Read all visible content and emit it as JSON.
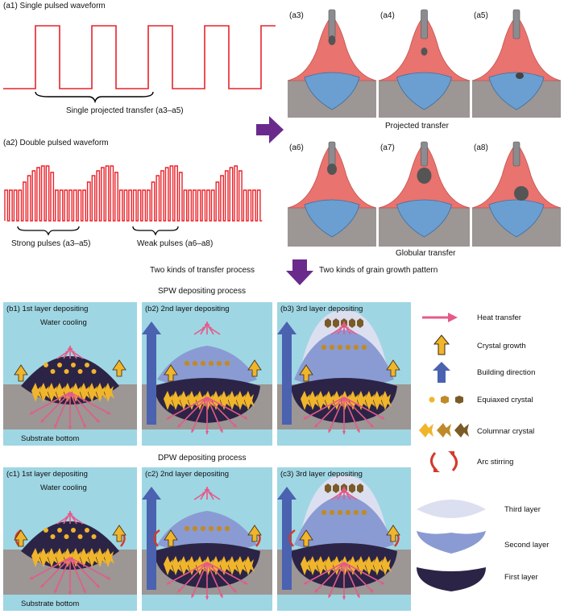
{
  "waveforms": {
    "a1_title": "(a1) Single pulsed waveform",
    "a1_brace": "Single projected transfer (a3–a5)",
    "a2_title": "(a2) Double pulsed waveform",
    "a2_strong": "Strong pulses (a3–a5)",
    "a2_weak": "Weak pulses (a6–a8)",
    "wave_color": "#e8232a"
  },
  "transfer": {
    "projected_panels": [
      "(a3)",
      "(a4)",
      "(a5)"
    ],
    "projected_label": "Projected transfer",
    "globular_panels": [
      "(a6)",
      "(a7)",
      "(a8)"
    ],
    "globular_label": "Globular transfer"
  },
  "middle": {
    "left_text": "Two kinds of transfer process",
    "right_text": "Two kinds of grain growth pattern",
    "arrow_color": "#6a2a8c"
  },
  "spw": {
    "title": "SPW depositing process",
    "b1": "(b1) 1st layer depositing",
    "b2": "(b2) 2nd layer depositing",
    "b3": "(b3) 3rd layer depositing",
    "water": "Water cooling",
    "substrate": "Substrate bottom"
  },
  "dpw": {
    "title": "DPW depositing process",
    "c1": "(c1) 1st layer depositing",
    "c2": "(c2) 2nd layer depositing",
    "c3": "(c3) 3rd layer depositing",
    "water": "Water cooling",
    "substrate": "Substrate bottom"
  },
  "legend": {
    "heat": "Heat transfer",
    "crystal_growth": "Crystal growth",
    "building": "Building direction",
    "equiaxed": "Equiaxed crystal",
    "columnar": "Columnar crystal",
    "arc": "Arc stirring",
    "third": "Third layer",
    "second": "Second layer",
    "first": "First layer"
  },
  "colors": {
    "water": "#9fd6e3",
    "substrate": "#9c9695",
    "pool": "#e8736f",
    "weld": "#6b9fd1",
    "heat": "#e55a8a",
    "growth": "#f0b52a",
    "build": "#4a62b0",
    "first_layer": "#2c2446",
    "second_layer": "#8a9bd3",
    "third_layer": "#dcdff0"
  }
}
